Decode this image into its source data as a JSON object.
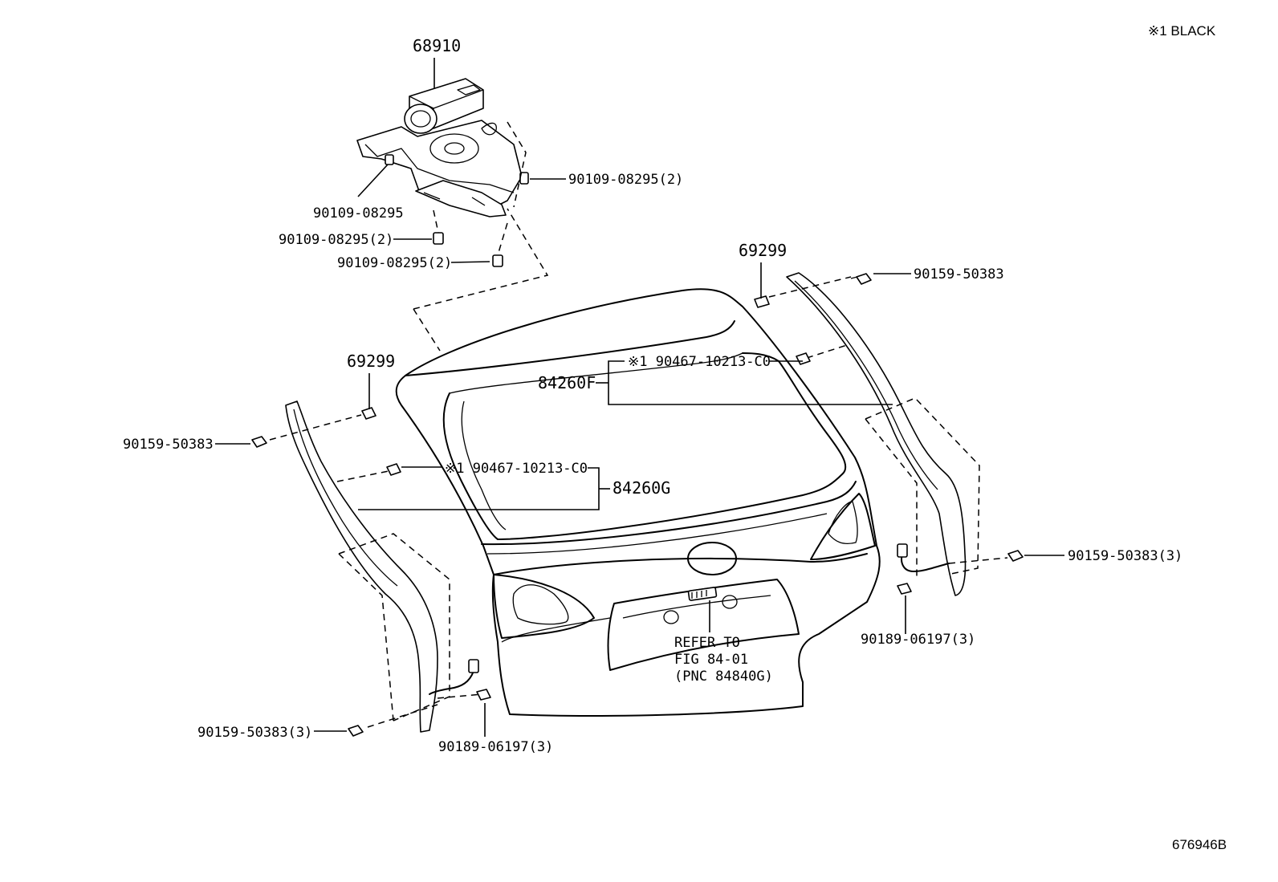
{
  "note": "※1 BLACK",
  "figure_code": "676946B",
  "parts": {
    "motor": "68910",
    "motor_bolt_a": "90109-08295",
    "motor_bolt_b": "90109-08295(2)",
    "motor_bolt_c": "90109-08295(2)",
    "motor_bolt_d": "90109-08295(2)",
    "clip_right_top": "69299",
    "clip_left_top": "69299",
    "screw_right_top": "90159-50383",
    "screw_left_top": "90159-50383",
    "screw_right_bottom": "90159-50383(3)",
    "screw_left_bottom": "90159-50383(3)",
    "trim_right": "84260F",
    "trim_left": "84260G",
    "clip_black_right": "※1 90467-10213-C0",
    "clip_black_left": "※1 90467-10213-C0",
    "nut_right": "90189-06197(3)",
    "nut_left": "90189-06197(3)"
  },
  "refer": {
    "line1": "REFER TO",
    "line2": "FIG 84-01",
    "line3": "(PNC 84840G)"
  }
}
